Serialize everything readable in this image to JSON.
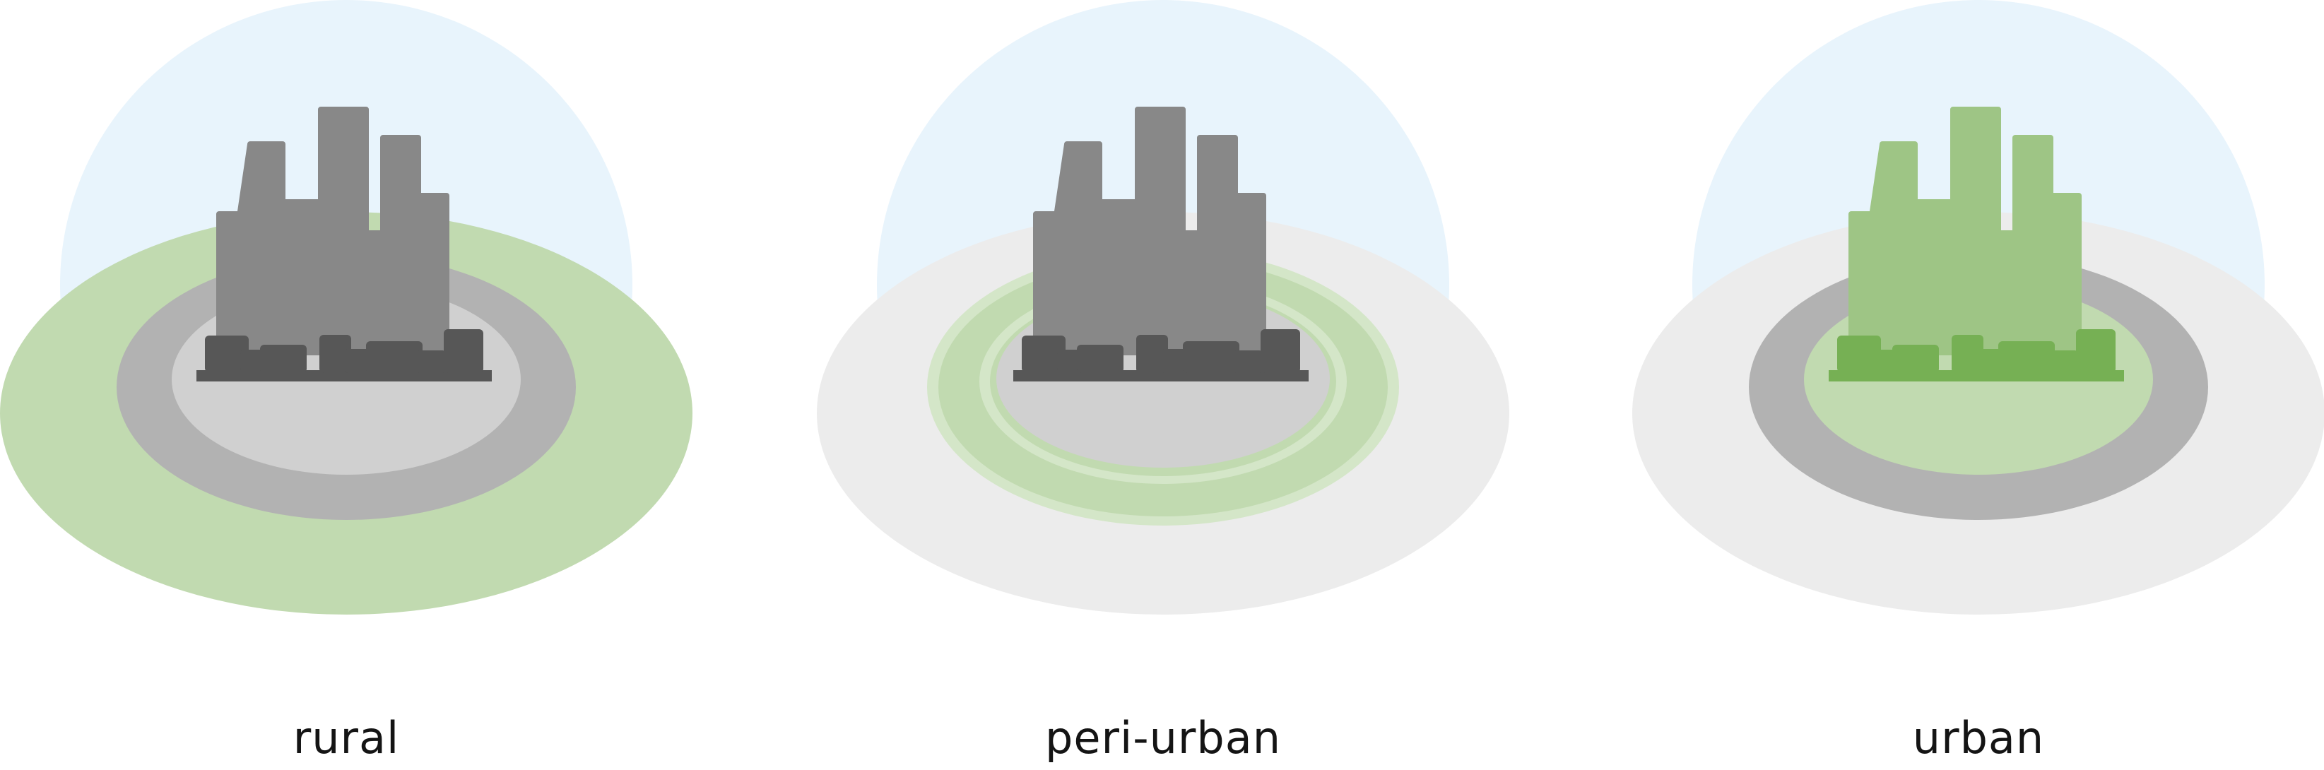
{
  "panels": [
    {
      "id": "rural",
      "label": "rural"
    },
    {
      "id": "peri-urban",
      "label": "peri-urban"
    },
    {
      "id": "urban",
      "label": "urban"
    }
  ],
  "colors": {
    "sky": "#e8f4fc",
    "green_light": "#c1dab0",
    "green_ring": "#d4e6c8",
    "green_city": "#9ec585",
    "green_base": "#76b054",
    "grey_outer": "#ececec",
    "grey_mid": "#b2b2b2",
    "grey_inner": "#d0d0d0",
    "city_grey": "#888888",
    "base_dark": "#575757"
  }
}
